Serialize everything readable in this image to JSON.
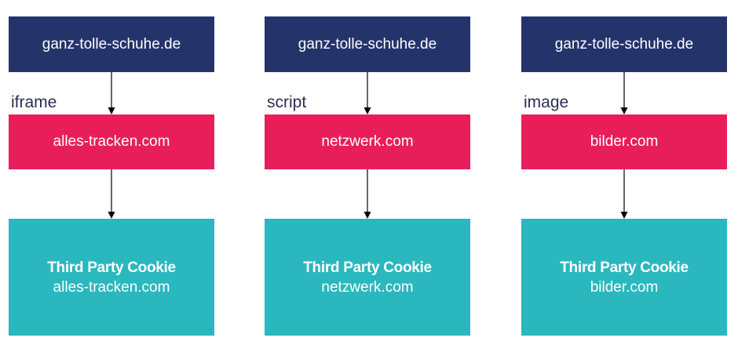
{
  "colors": {
    "origin_box": "#24346b",
    "tracker_box": "#e81e5b",
    "cookie_box": "#2ab8be",
    "arrow": "#000000",
    "label_text": "#2b2f4f"
  },
  "columns": [
    {
      "origin": "ganz-tolle-schuhe.de",
      "embed_type": "iframe",
      "tracker": "alles-tracken.com",
      "cookie_title": "Third Party Cookie",
      "cookie_domain": "alles-tracken.com"
    },
    {
      "origin": "ganz-tolle-schuhe.de",
      "embed_type": "script",
      "tracker": "netzwerk.com",
      "cookie_title": "Third Party Cookie",
      "cookie_domain": "netzwerk.com"
    },
    {
      "origin": "ganz-tolle-schuhe.de",
      "embed_type": "image",
      "tracker": "bilder.com",
      "cookie_title": "Third Party Cookie",
      "cookie_domain": "bilder.com"
    }
  ]
}
